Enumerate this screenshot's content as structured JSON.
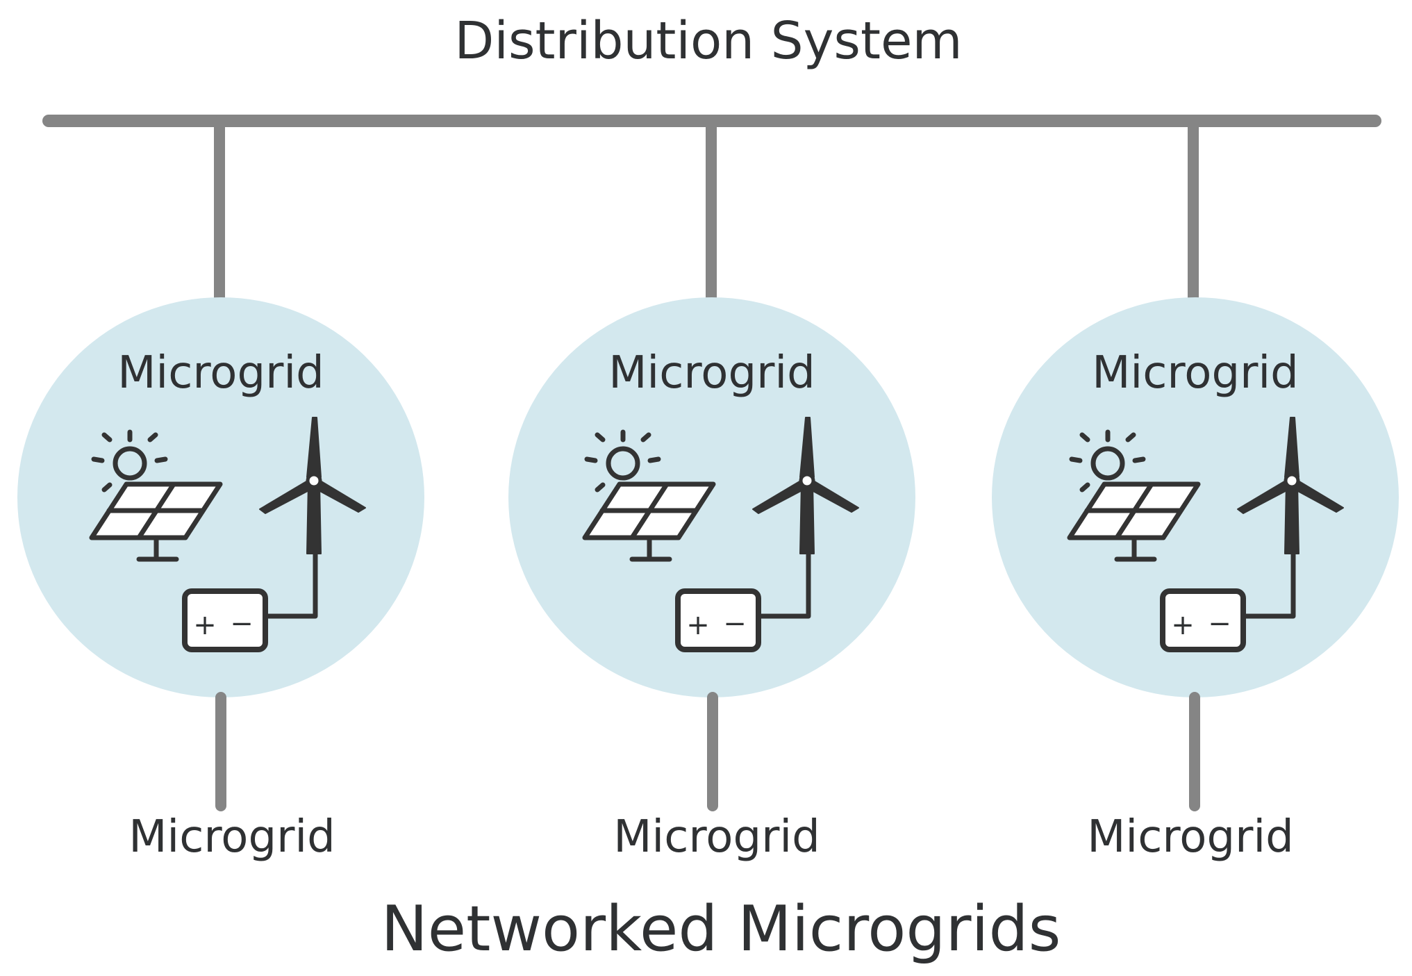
{
  "header": {
    "title": "Distribution System"
  },
  "microgrids": [
    {
      "label": "Microgrid",
      "bottom_label": "Microgrid",
      "battery_plus": "+",
      "battery_minus": "−"
    },
    {
      "label": "Microgrid",
      "bottom_label": "Microgrid",
      "battery_plus": "+",
      "battery_minus": "−"
    },
    {
      "label": "Microgrid",
      "bottom_label": "Microgrid",
      "battery_plus": "+",
      "battery_minus": "−"
    }
  ],
  "footer": {
    "title": "Networked Microgrids"
  },
  "icons": [
    "sun-icon",
    "solar-panel-icon",
    "wind-turbine-icon",
    "battery-icon"
  ],
  "colors": {
    "bus_line": "#858585",
    "microgrid_fill": "#d3e8ee",
    "icon_stroke": "#333333",
    "text": "#2f3133"
  }
}
